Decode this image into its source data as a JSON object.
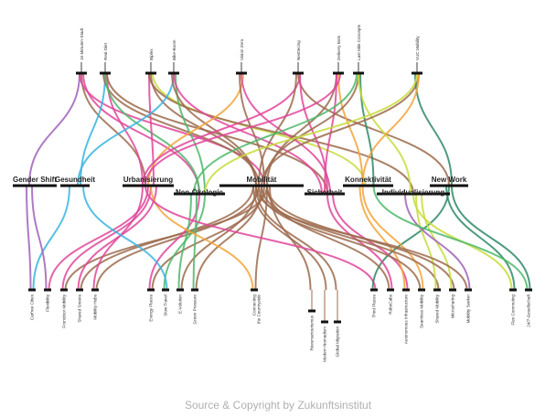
{
  "top_items": [
    "15-Minuten-Stadt",
    "Real Diet",
    "Biplex",
    "Bike-Boom",
    "Vision Zero",
    "Nesttecing",
    "Delivery Bots",
    "Last Mile Concepts",
    "VUC Mobility"
  ],
  "mega_row1": [
    "Gender Shift",
    "Gesundheit",
    "Urbanisierung",
    "Mobilität",
    "Konnektivität",
    "New Work"
  ],
  "mega_row2": [
    "Neo-Ökologie",
    "Sicherheit",
    "Individualisierung"
  ],
  "bottom_items": [
    "Carfree Cities",
    "Flexibility",
    "Frontdoor Mobility",
    "Shared Streets",
    "Mobility Hubs",
    "Energy Places",
    "Slow Travel",
    "E-Volution",
    "Green Pressure",
    "Connecting the Countryside",
    "Reesmartourismus",
    "Modern Nomadism",
    "Global Migration",
    "Third Places",
    "RoboCabs",
    "Autonomous Infrastructure",
    "Seamless Mobility",
    "Shared Mobility",
    "Microsharing",
    "Mobility Seeker",
    "Flex Commuting",
    "24/7-Gesellschaft"
  ],
  "colors": {
    "brown": "#9c6b4e",
    "pink": "#e0469a",
    "purple": "#a063b8",
    "blue": "#3ab5e0",
    "green": "#4db86a",
    "yellow": "#c8dc3c",
    "orange": "#f2a53a",
    "teal": "#2f8a66"
  },
  "footer": "Source & Copyright by Zukunftsinstitut"
}
